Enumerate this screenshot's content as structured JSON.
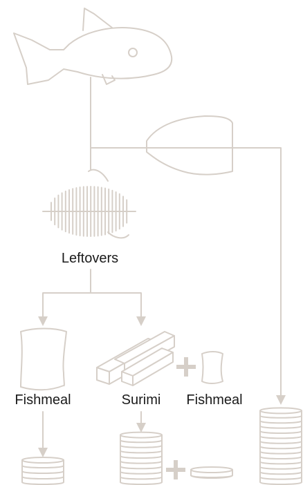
{
  "labels": {
    "leftovers": "Leftovers",
    "fishmeal_1": "Fishmeal",
    "surimi": "Surimi",
    "fishmeal_2": "Fishmeal"
  },
  "colors": {
    "line": "#d6cfc8",
    "text": "#1a1a1a",
    "background": "#ffffff"
  },
  "icons": [
    "fish-icon",
    "fillet-icon",
    "fish-skeleton-icon",
    "sack-icon",
    "surimi-bars-icon",
    "coin-stack-icon",
    "plus-icon"
  ]
}
